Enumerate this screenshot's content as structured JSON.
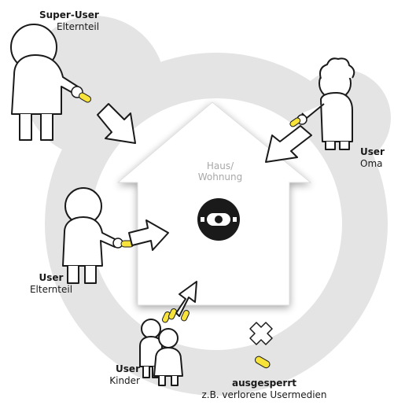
{
  "labels": {
    "super_user": {
      "role": "Super-User",
      "desc": "Elternteil"
    },
    "oma": {
      "role": "User",
      "desc": "Oma"
    },
    "elternteil": {
      "role": "User",
      "desc": "Elternteil"
    },
    "kinder": {
      "role": "User",
      "desc": "Kinder"
    },
    "locked": {
      "role": "ausgesperrt",
      "desc": "z.B. verlorene Usermedien"
    }
  },
  "house": {
    "line1": "Haus/",
    "line2": "Wohnung"
  },
  "colors": {
    "ring": "#e4e4e4",
    "house": "#ffffff",
    "key": "#f7e33a",
    "lock": "#1a1a1a"
  }
}
